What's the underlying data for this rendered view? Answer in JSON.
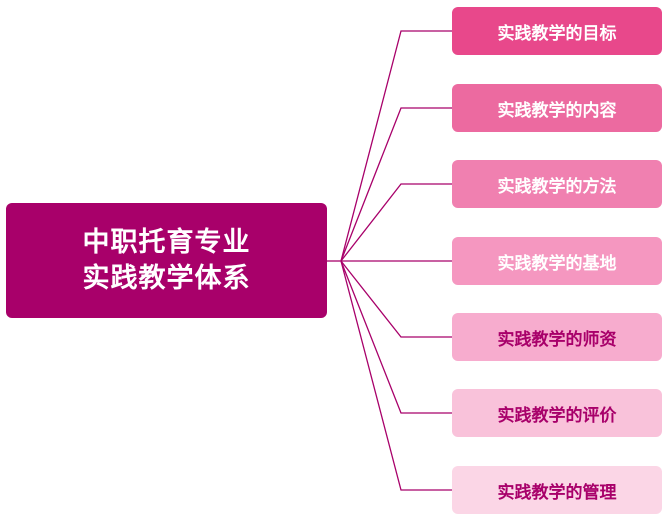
{
  "root": {
    "lines": [
      "中职托育专业",
      "实践教学体系"
    ],
    "color": "#a8006a",
    "text_color": "#ffffff"
  },
  "connector_color": "#a8006a",
  "children": [
    {
      "label": "实践教学的目标",
      "bg": "#e8488b",
      "text_color": "#ffffff"
    },
    {
      "label": "实践教学的内容",
      "bg": "#ec6aa0",
      "text_color": "#ffffff"
    },
    {
      "label": "实践教学的方法",
      "bg": "#f080b0",
      "text_color": "#ffffff"
    },
    {
      "label": "实践教学的基地",
      "bg": "#f597c0",
      "text_color": "#ffffff"
    },
    {
      "label": "实践教学的师资",
      "bg": "#f7acce",
      "text_color": "#a8006a"
    },
    {
      "label": "实践教学的评价",
      "bg": "#f9c2da",
      "text_color": "#a8006a"
    },
    {
      "label": "实践教学的管理",
      "bg": "#fbd6e6",
      "text_color": "#a8006a"
    }
  ]
}
